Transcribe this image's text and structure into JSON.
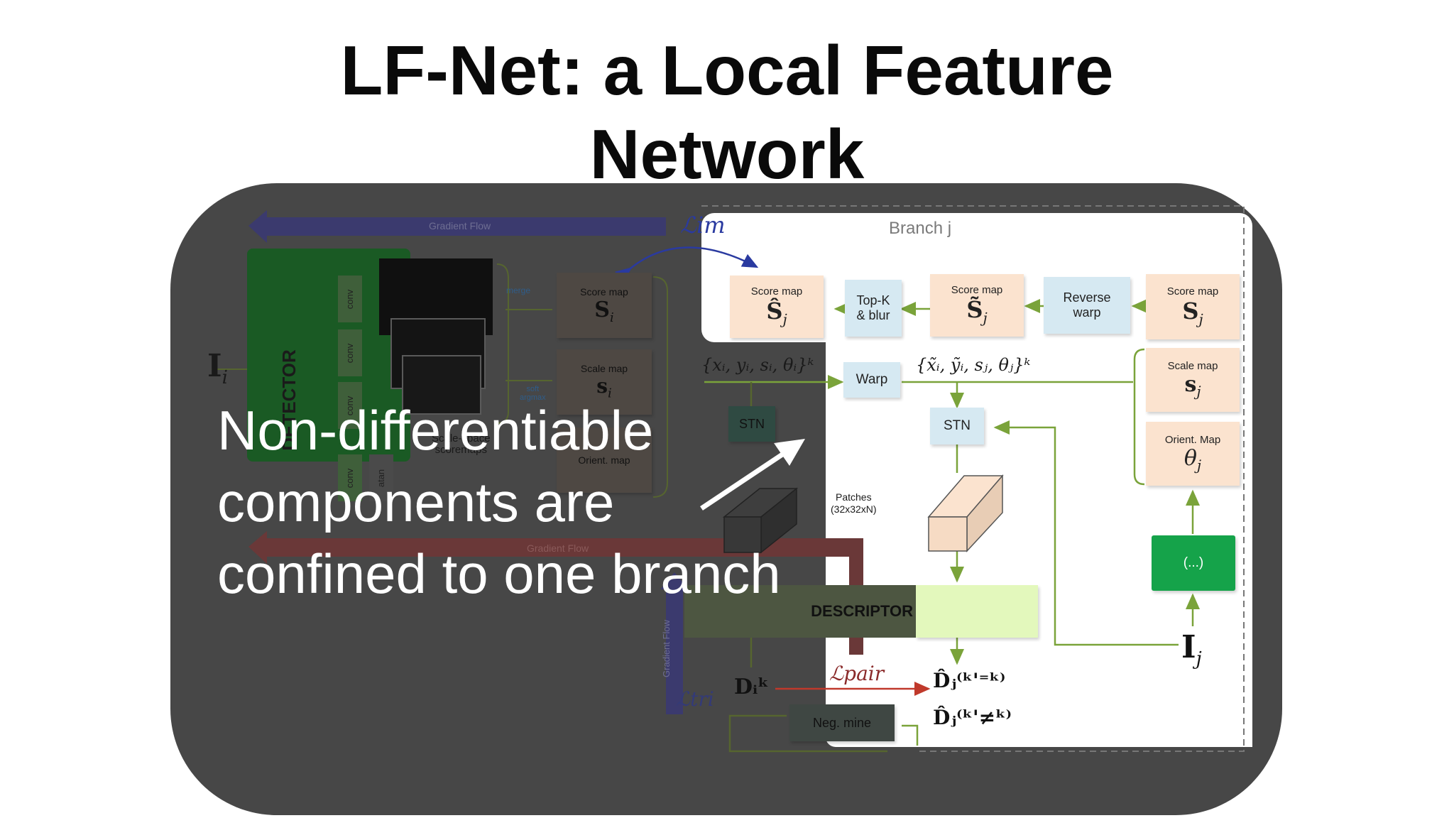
{
  "slide": {
    "title_line1": "LF-Net: a Local Feature",
    "title_line2": "Network",
    "overlay_line1": "Non-differentiable",
    "overlay_line2": "components are",
    "overlay_line3": "confined to one branch"
  },
  "diagram": {
    "branch_label": "Branch j",
    "score_map_hat": {
      "label": "Score map",
      "symbol": "Ŝ",
      "sub": "j"
    },
    "topk": {
      "line1": "Top-K",
      "line2": "& blur"
    },
    "score_map_tilde": {
      "label": "Score map",
      "symbol": "S̃",
      "sub": "j"
    },
    "reverse_warp": {
      "line1": "Reverse",
      "line2": "warp"
    },
    "score_map_j": {
      "label": "Score map",
      "symbol": "S",
      "sub": "j"
    },
    "scale_map_j": {
      "label": "Scale map",
      "symbol": "s",
      "sub": "j"
    },
    "orient_map_j": {
      "label": "Orient. Map",
      "symbol": "θ",
      "sub": "j"
    },
    "warp": "Warp",
    "stn_right": "STN",
    "stn_left": "STN",
    "ellipsis_box": "(...)",
    "input_j": {
      "symbol": "I",
      "sub": "j"
    },
    "input_i": {
      "symbol": "I",
      "sub": "i"
    },
    "keypoints_i": "{xᵢ, yᵢ, sᵢ, θᵢ}ᵏ",
    "keypoints_warped": "{x̃ᵢ, ỹᵢ, sⱼ, θⱼ}ᵏ",
    "descriptor": "DESCRIPTOR",
    "detector": "DETECTOR",
    "patches": {
      "line1": "Patches",
      "line2": "(32x32xN)"
    },
    "desc_pos": "D̂ⱼ⁽ᵏ'⁼ᵏ⁾",
    "desc_neg": "D̂ⱼ⁽ᵏ'≠ᵏ⁾",
    "desc_i": "Dᵢᵏ",
    "neg_mine": "Neg. mine",
    "loss_im": "ℒim",
    "loss_pair": "ℒpair",
    "loss_tri": "ℒtri",
    "gradient_flow": "Gradient Flow",
    "merge": "merge",
    "soft_argmax": {
      "line1": "soft",
      "line2": "argmax"
    },
    "conv": "conv",
    "atan": "atan",
    "score_map_i": {
      "label": "Score map",
      "symbol": "S",
      "sub": "i"
    },
    "scale_map_i": {
      "label": "Scale map",
      "symbol": "s",
      "sub": "i"
    },
    "orient_map_i": "Orient. map",
    "scale_space": {
      "line1": "Scale-space",
      "line2": "scoremaps"
    }
  },
  "colors": {
    "green_line": "#7aa33a",
    "peach": "#fbe3cf",
    "light_blue": "#d6e9f2",
    "dim_overlay": "#474747",
    "bright_green": "#15a34a",
    "descriptor_green": "#e3f8bc",
    "loss_red": "#c0392b",
    "loss_blue": "#2a3aa0"
  }
}
